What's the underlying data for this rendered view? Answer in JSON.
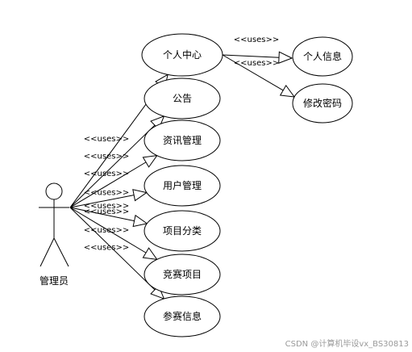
{
  "actor": {
    "name": "管理员"
  },
  "use_cases": [
    {
      "id": "personal_center",
      "label": "个人中心"
    },
    {
      "id": "announcement",
      "label": "公告"
    },
    {
      "id": "news_management",
      "label": "资讯管理"
    },
    {
      "id": "user_management",
      "label": "用户管理"
    },
    {
      "id": "project_category",
      "label": "项目分类"
    },
    {
      "id": "competition_project",
      "label": "竞赛项目"
    },
    {
      "id": "entry_info",
      "label": "参赛信息"
    },
    {
      "id": "personal_info",
      "label": "个人信息"
    },
    {
      "id": "change_password",
      "label": "修改密码"
    }
  ],
  "relations": [
    {
      "from": "actor",
      "to": "personal_center",
      "label": ""
    },
    {
      "from": "actor",
      "to": "announcement",
      "label": "<<uses>>"
    },
    {
      "from": "actor",
      "to": "news_management",
      "label": "<<uses>>"
    },
    {
      "from": "actor",
      "to": "user_management",
      "label": "<<uses>>"
    },
    {
      "from": "actor",
      "to": "project_category",
      "label": "<<uses>>"
    },
    {
      "from": "actor",
      "to": "competition_project",
      "label": "<<uses>>"
    },
    {
      "from": "actor",
      "to": "entry_info",
      "label": "<<uses>>"
    },
    {
      "from": "personal_center",
      "to": "personal_info",
      "label": "<<uses>>"
    },
    {
      "from": "personal_center",
      "to": "change_password",
      "label": "<<uses>>"
    }
  ],
  "extra_labels": [
    "<<uses>>",
    "<<uses>>"
  ],
  "watermark": "CSDN @计算机毕设vx_BS30813"
}
